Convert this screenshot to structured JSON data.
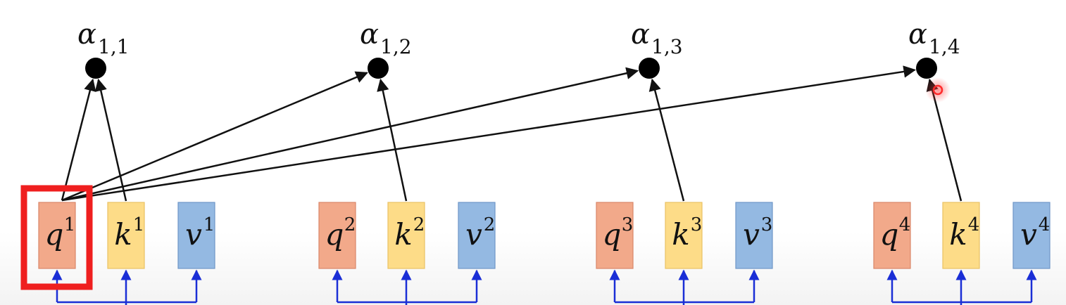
{
  "colors": {
    "query": "#f2a98a",
    "key": "#fddc88",
    "value": "#94b9e2",
    "arrow": "#111111",
    "input_line": "#1a2ed6",
    "highlight": "#ef1f1f",
    "cursor": "#ff2a2a"
  },
  "groups": [
    {
      "q": {
        "base": "q",
        "sup": "1"
      },
      "k": {
        "base": "k",
        "sup": "1"
      },
      "v": {
        "base": "v",
        "sup": "1"
      }
    },
    {
      "q": {
        "base": "q",
        "sup": "2"
      },
      "k": {
        "base": "k",
        "sup": "2"
      },
      "v": {
        "base": "v",
        "sup": "2"
      }
    },
    {
      "q": {
        "base": "q",
        "sup": "3"
      },
      "k": {
        "base": "k",
        "sup": "3"
      },
      "v": {
        "base": "v",
        "sup": "3"
      }
    },
    {
      "q": {
        "base": "q",
        "sup": "4"
      },
      "k": {
        "base": "k",
        "sup": "4"
      },
      "v": {
        "base": "v",
        "sup": "4"
      }
    }
  ],
  "attention_scores": [
    {
      "base": "α",
      "sub": "1,1"
    },
    {
      "base": "α",
      "sub": "1,2"
    },
    {
      "base": "α",
      "sub": "1,3"
    },
    {
      "base": "α",
      "sub": "1,4"
    }
  ],
  "highlighted_vector": "q1",
  "cursor_icon": "cursor-ring-icon"
}
